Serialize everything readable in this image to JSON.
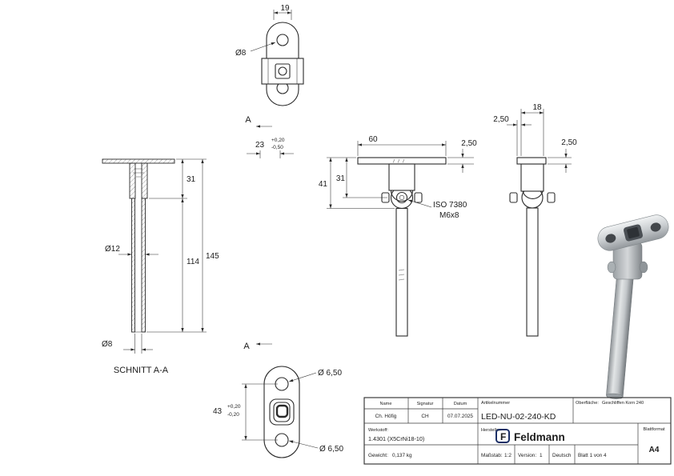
{
  "colors": {
    "line": "#2b2b2b",
    "brand": "#1b2f66",
    "metal_light": "#eef0f1",
    "metal_dark": "#84898d"
  },
  "views": {
    "top": {
      "dim_width": "19",
      "hole_label": "Ø8"
    },
    "section": {
      "cut_letter_top": "A",
      "cut_letter_bottom": "A",
      "dim_depth": "23",
      "dim_depth_tol_plus": "+0,20",
      "dim_depth_tol_minus": "-0,50",
      "dim_head_height": "31",
      "dim_total": "145",
      "dim_rod": "114",
      "rod_outer_dia": "Ø12",
      "rod_inner_dia": "Ø8",
      "label": "SCHNITT A-A"
    },
    "front": {
      "dim_plate_width": "60",
      "dim_plate_thickness": "2,50",
      "dim_to_rod": "41",
      "dim_to_pivot": "31",
      "screw_note_line1": "ISO 7380",
      "screw_note_line2": "M6x8"
    },
    "side": {
      "dim_clevis_width": "18",
      "dim_offset_left": "2,50",
      "dim_plate_thickness": "2,50"
    },
    "bottom": {
      "hole_top_label": "Ø 6,50",
      "hole_bottom_label": "Ø 6,50",
      "dim_hole_distance": "43",
      "tol_plus": "+0,20",
      "tol_minus": "-0,20"
    }
  },
  "titleblock": {
    "name_header": "Name",
    "signature_header": "Signatur",
    "date_header": "Datum",
    "name_value": "Ch. Höfig",
    "signature_value": "CH",
    "date_value": "07.07.2025",
    "article_header": "Artikelnummer",
    "article_value": "LED-NU-02-240-KD",
    "surface_header": "Oberfläche:",
    "surface_value": "Geschliffen Korn 240",
    "material_header": "Werkstoff:",
    "material_value": "1.4301 (X5CrNi18-10)",
    "manufacturer_header": "Hersteller:",
    "brand_letter": "F",
    "brand_name": "Feldmann",
    "weight_label": "Gewicht:",
    "weight_value": "0,137 kg",
    "scale_label": "Maßstab:",
    "scale_value": "1:2",
    "version_label": "Version:",
    "version_value": "1",
    "language_value": "Deutsch",
    "sheet_value": "Blatt 1 von 4",
    "format_header": "Blattformat",
    "format_value": "A4"
  }
}
